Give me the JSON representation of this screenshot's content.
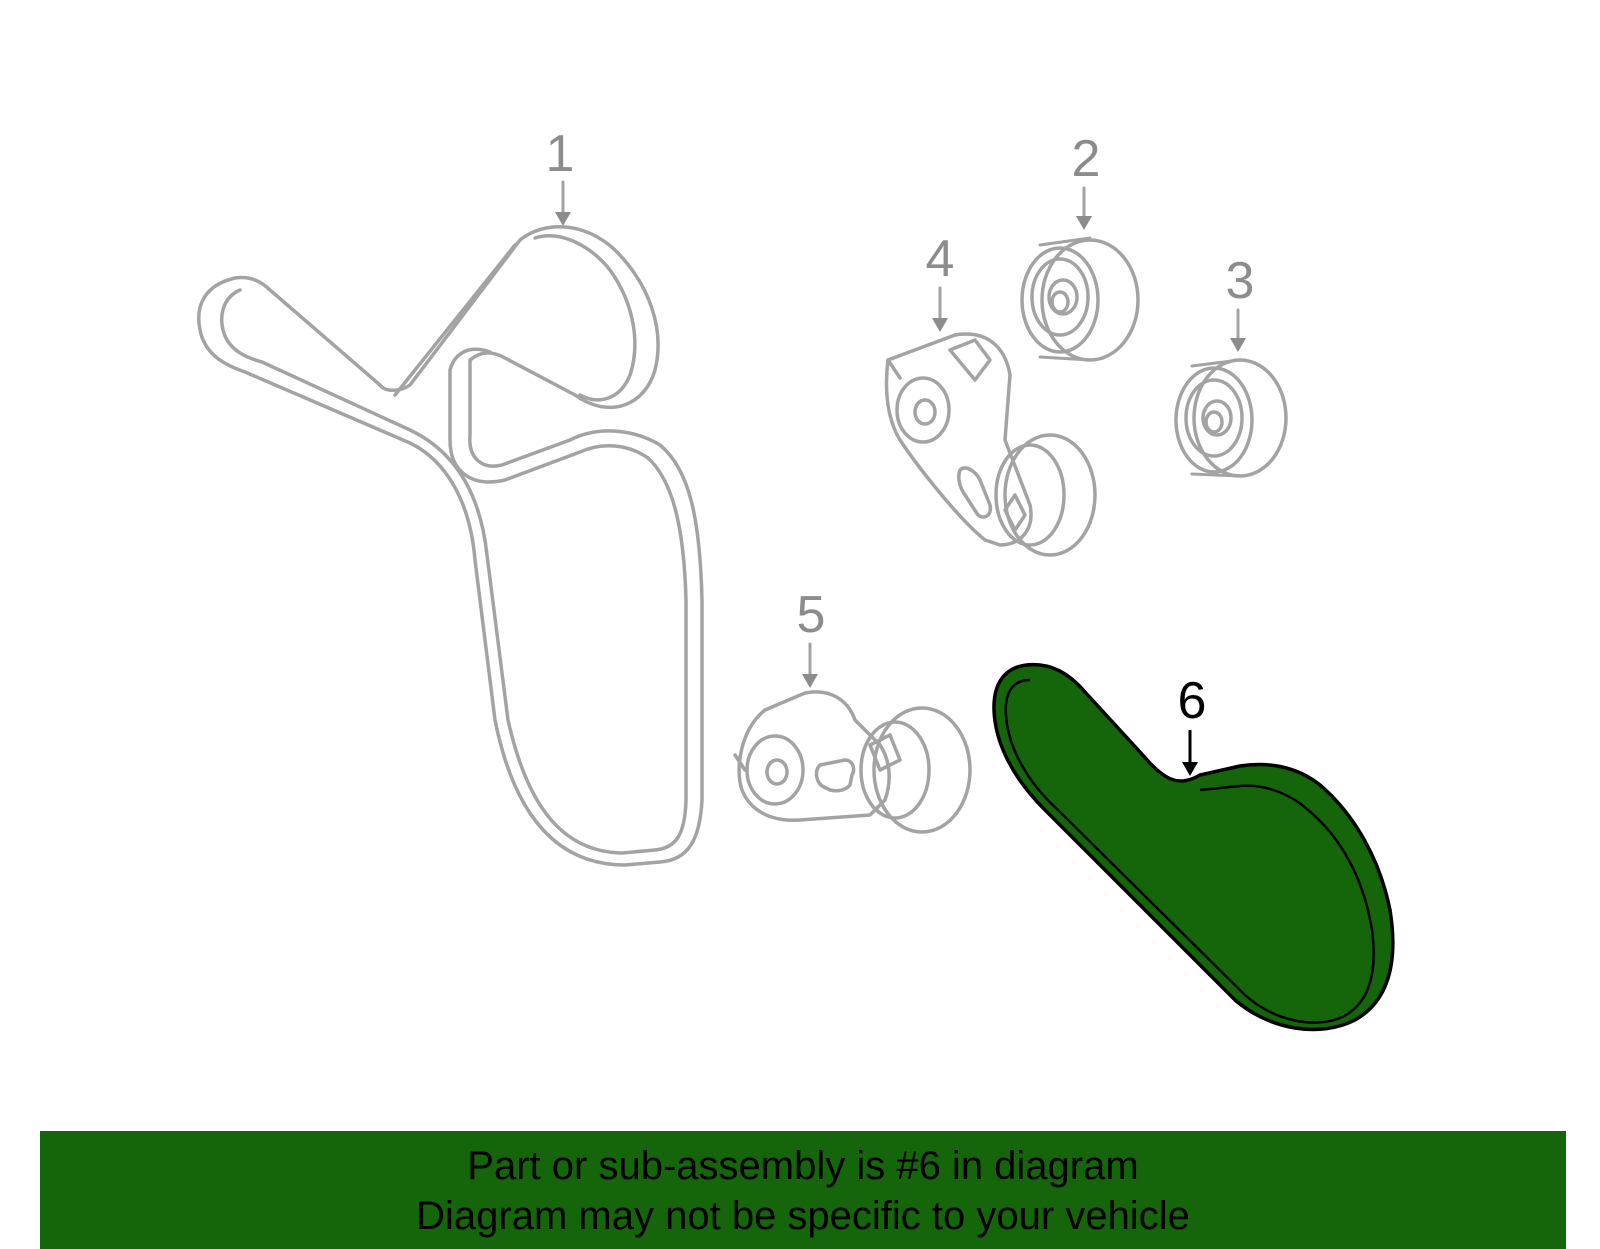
{
  "colors": {
    "highlight": "#15650a",
    "part_stroke": "#a3a3a3",
    "callout_gray": "#8c8c8c",
    "callout_active": "#000000"
  },
  "callouts": [
    {
      "id": "1",
      "label": "1",
      "active": false
    },
    {
      "id": "2",
      "label": "2",
      "active": false
    },
    {
      "id": "3",
      "label": "3",
      "active": false
    },
    {
      "id": "4",
      "label": "4",
      "active": false
    },
    {
      "id": "5",
      "label": "5",
      "active": false
    },
    {
      "id": "6",
      "label": "6",
      "active": true
    }
  ],
  "banner": {
    "line1": "Part or sub-assembly is #6 in diagram",
    "line2": "Diagram may not be specific to your vehicle"
  }
}
